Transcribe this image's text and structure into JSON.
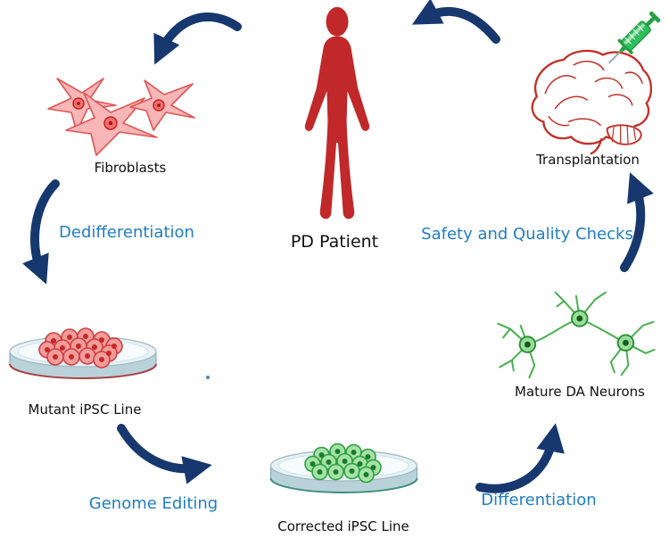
{
  "diagram": {
    "labels": {
      "patient": "PD Patient",
      "fibroblasts": "Fibroblasts",
      "mutant_ipsc": "Mutant iPSC Line",
      "corrected_ipsc": "Corrected iPSC Line",
      "da_neurons": "Mature DA Neurons",
      "transplantation": "Transplantation",
      "dedifferentiation": "Dedifferentiation",
      "genome_editing": "Genome Editing",
      "differentiation": "Differentiation",
      "safety_checks": "Safety and Quality Checks"
    },
    "colors": {
      "arrow": "#17386e",
      "process_text": "#1f7ec2",
      "node_text": "#111111",
      "patient_red": "#c0282a",
      "fibroblast_pink": "#f9b6b6",
      "fibroblast_stroke": "#e05555",
      "mutant_cell": "#f49c9c",
      "corrected_cell": "#a5e3a5",
      "neuron_green": "#43b04a",
      "brain_red": "#c23128",
      "syringe_green": "#2fbf5a"
    }
  }
}
